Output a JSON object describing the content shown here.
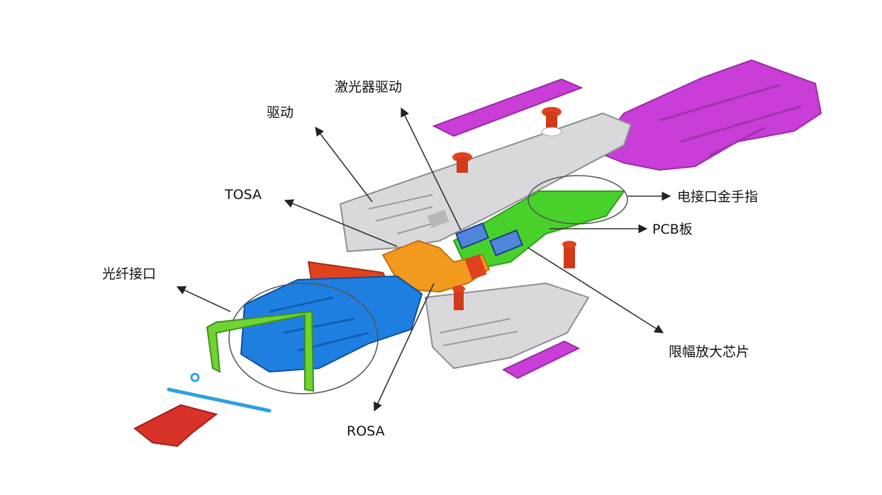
{
  "labels": {
    "laser_driver": "激光器驱动",
    "driver": "驱动",
    "tosa": "TOSA",
    "fiber_interface": "光纤接口",
    "electrical_gold_finger": "电接口金手指",
    "pcb_board": "PCB板",
    "limiting_amplifier": "限幅放大芯片",
    "rosa": "ROSA"
  },
  "colors": {
    "housing": "#d9d9dc",
    "housing_edge": "#8e8e92",
    "pcb": "#47d12a",
    "pcb_dark": "#2e9e1c",
    "chip": "#4f86d9",
    "receptacle": "#1f7fe0",
    "optics": "#f19a1e",
    "latch": "#e0411e",
    "magenta": "#c93ed6",
    "bail": "#6fd332",
    "pins": "#d93228",
    "fiber": "#2aa2e0",
    "line": "#333333"
  }
}
